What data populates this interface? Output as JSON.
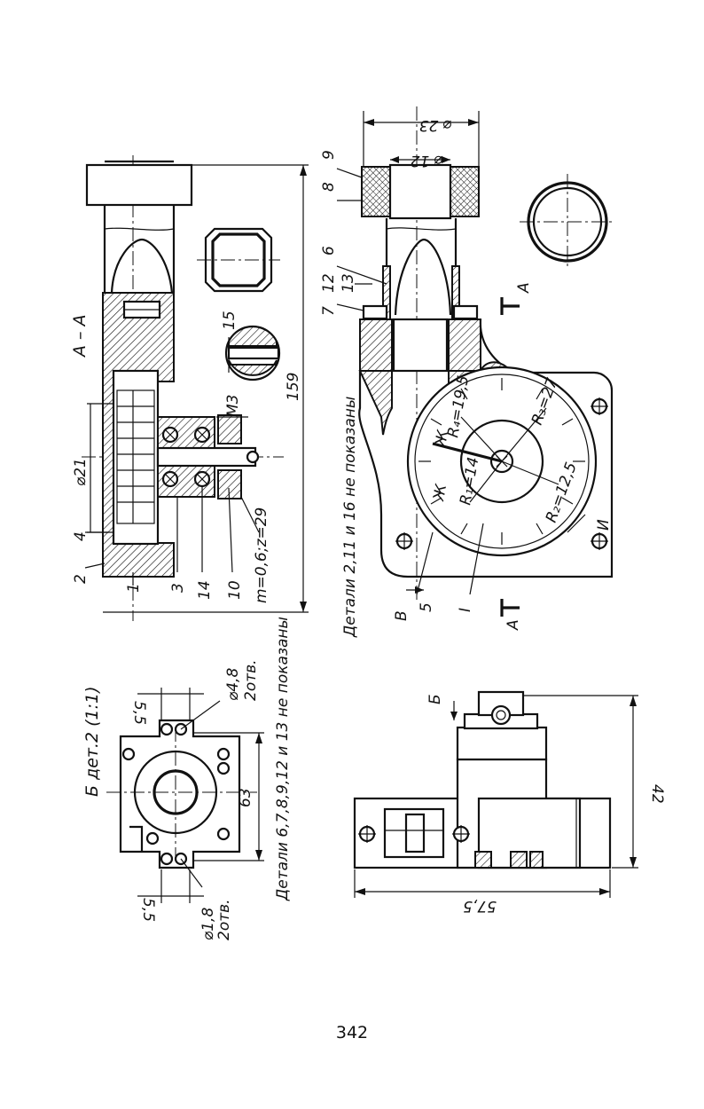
{
  "section_aa": {
    "title": "А – А"
  },
  "view_b": {
    "title": "Б дет.2 (1:1)"
  },
  "notes": {
    "note_top": "Детали 2,11 и 16 не показаны",
    "note_left": "Детали 6,7,8,9,12 и 13 не показаны"
  },
  "dimensions": {
    "d21": "⌀21",
    "d159": "159",
    "m3": "M3",
    "gear": "m=0,6;z=29",
    "d23": "⌀ 23",
    "d12": "⌀ 12",
    "hole48": "⌀4,8",
    "hole48_count": "2отв.",
    "hole18": "⌀1,8",
    "hole18_count": "2отв.",
    "s55a": "5,5",
    "s55b": "5,5",
    "d63": "63",
    "d42": "42",
    "d575": "57,5",
    "r27": "R₃=27",
    "r195": "R₄=19,5",
    "r14": "R₁=14",
    "r125": "R₂=12,5",
    "zh": "Ж",
    "zh2": "Ж",
    "i_label": "И"
  },
  "part_numbers": {
    "p1": "1",
    "p2": "2",
    "p3": "3",
    "p4": "4",
    "p5": "5",
    "p6": "6",
    "p7": "7",
    "p8": "8",
    "p9": "9",
    "p10": "10",
    "p12": "12",
    "p13": "13",
    "p14": "14",
    "p15": "15"
  },
  "view_markers": {
    "a_top": "А",
    "a_bottom": "А",
    "b_arrow": "Б",
    "v_arrow": "В",
    "roman_i": "I"
  },
  "page_number": "342"
}
